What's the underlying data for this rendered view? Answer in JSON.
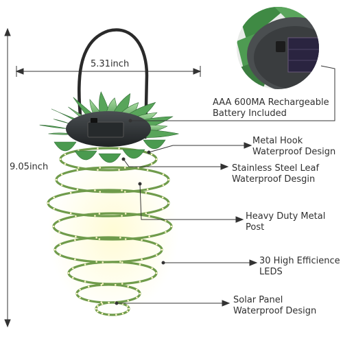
{
  "dimensions": {
    "width_label": "5.31inch",
    "height_label": "9.05inch"
  },
  "callouts": [
    {
      "id": "battery",
      "lines": [
        "AAA 600MA Rechargeable",
        "Battery Included"
      ]
    },
    {
      "id": "hook",
      "lines": [
        "Metal Hook",
        "Waterproof Design"
      ]
    },
    {
      "id": "leaf",
      "lines": [
        "Stainless Steel Leaf",
        "Waterproof Desgin"
      ]
    },
    {
      "id": "post",
      "lines": [
        "Heavy Duty Metal",
        "Post"
      ]
    },
    {
      "id": "leds",
      "lines": [
        "30 High Efficience",
        "LEDS"
      ]
    },
    {
      "id": "solar",
      "lines": [
        "Solar Panel",
        "Waterproof Design"
      ]
    }
  ],
  "colors": {
    "leaf_green": "#4f9a50",
    "leaf_light": "#9fd39a",
    "wire_green": "#6c9a4a",
    "lid_dark": "#2f3336",
    "line_color": "#333333"
  }
}
